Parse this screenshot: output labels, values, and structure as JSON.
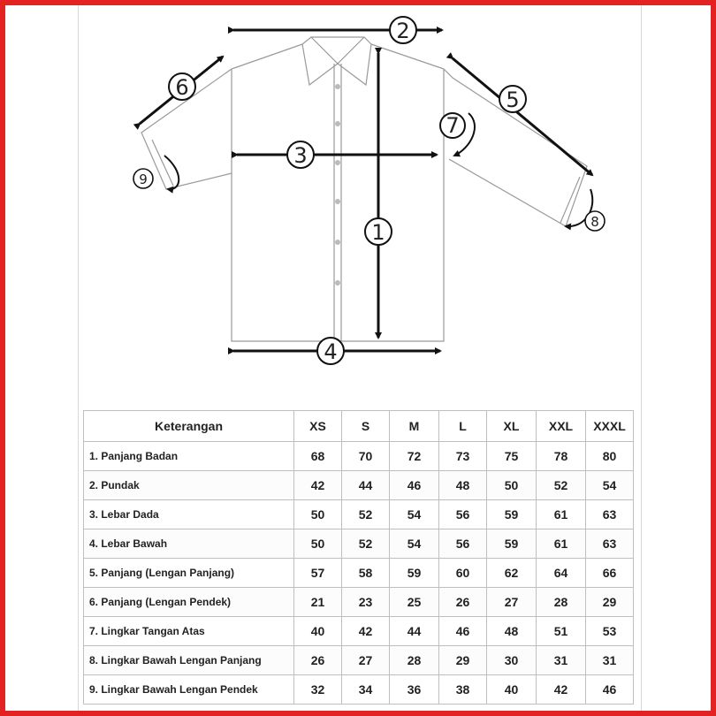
{
  "diagram": {
    "markers": [
      "1",
      "2",
      "3",
      "4",
      "5",
      "6",
      "7",
      "8",
      "9"
    ]
  },
  "table": {
    "header": {
      "description": "Keterangan",
      "sizes": [
        "XS",
        "S",
        "M",
        "L",
        "XL",
        "XXL",
        "XXXL"
      ]
    },
    "rows": [
      {
        "label": "1. Panjang Badan",
        "values": [
          "68",
          "70",
          "72",
          "73",
          "75",
          "78",
          "80"
        ]
      },
      {
        "label": "2. Pundak",
        "values": [
          "42",
          "44",
          "46",
          "48",
          "50",
          "52",
          "54"
        ]
      },
      {
        "label": "3. Lebar Dada",
        "values": [
          "50",
          "52",
          "54",
          "56",
          "59",
          "61",
          "63"
        ]
      },
      {
        "label": "4. Lebar Bawah",
        "values": [
          "50",
          "52",
          "54",
          "56",
          "59",
          "61",
          "63"
        ]
      },
      {
        "label": "5. Panjang (Lengan Panjang)",
        "values": [
          "57",
          "58",
          "59",
          "60",
          "62",
          "64",
          "66"
        ]
      },
      {
        "label": "6. Panjang (Lengan Pendek)",
        "values": [
          "21",
          "23",
          "25",
          "26",
          "27",
          "28",
          "29"
        ]
      },
      {
        "label": "7. Lingkar Tangan Atas",
        "values": [
          "40",
          "42",
          "44",
          "46",
          "48",
          "51",
          "53"
        ]
      },
      {
        "label": "8. Lingkar Bawah Lengan Panjang",
        "values": [
          "26",
          "27",
          "28",
          "29",
          "30",
          "31",
          "31"
        ]
      },
      {
        "label": "9. Lingkar Bawah Lengan Pendek",
        "values": [
          "32",
          "34",
          "36",
          "38",
          "40",
          "42",
          "46"
        ]
      }
    ]
  }
}
